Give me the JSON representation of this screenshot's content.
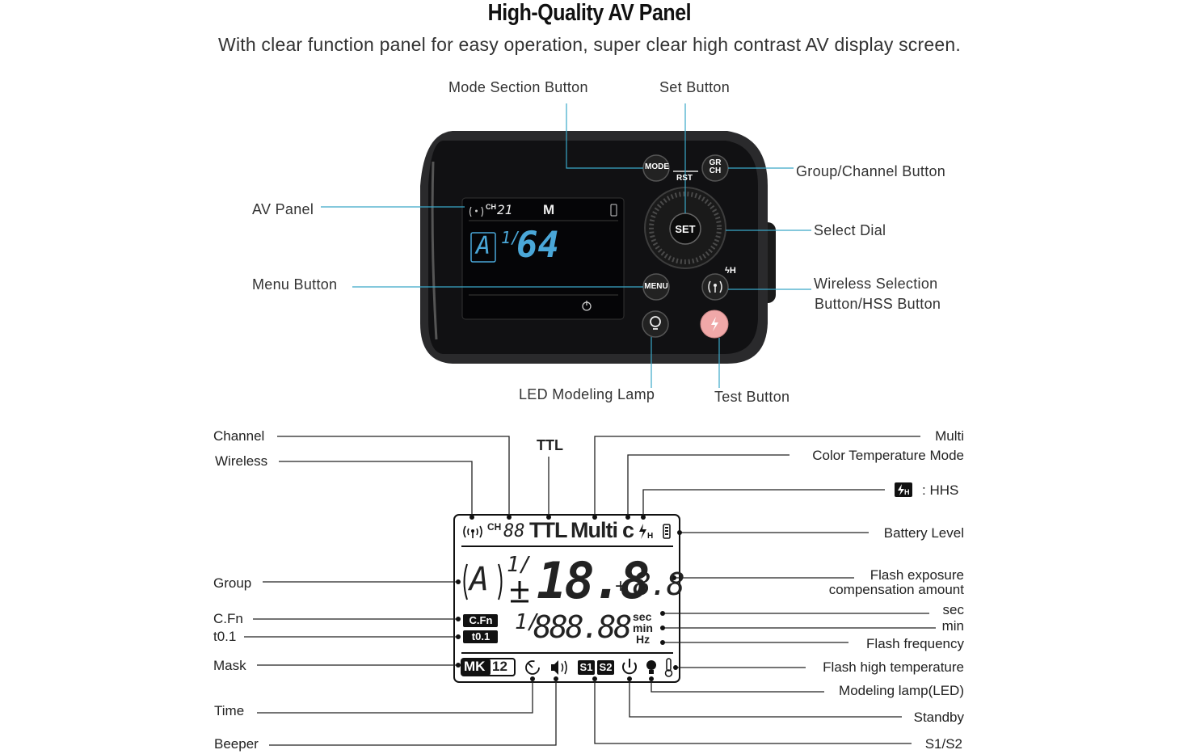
{
  "header": {
    "title": "High-Quality AV Panel",
    "subtitle": "With clear function panel for easy operation, super clear high contrast AV display screen."
  },
  "device_callouts": {
    "mode_section_button": "Mode Section Button",
    "set_button": "Set Button",
    "group_channel_button": "Group/Channel Button",
    "av_panel": "AV Panel",
    "select_dial": "Select Dial",
    "menu_button": "Menu Button",
    "wireless_selection_line1": "Wireless Selection",
    "wireless_selection_line2": "Button/HSS Button",
    "led_modeling_lamp": "LED Modeling Lamp",
    "test_button": "Test Button"
  },
  "device_face": {
    "mode_key": "MODE",
    "gr_key_top": "GR",
    "gr_key_bottom": "CH",
    "rst_label": "RST",
    "set_key": "SET",
    "menu_key": "MENU",
    "hss_mark": "ϟH",
    "screen_ch": "CH",
    "screen_ch_value": "21",
    "screen_mode": "M",
    "screen_group": "A",
    "screen_fraction": "1/",
    "screen_power": "64"
  },
  "lcd_callouts": {
    "channel": "Channel",
    "wireless": "Wireless",
    "ttl": "TTL",
    "multi": "Multi",
    "color_temperature_mode": "Color Temperature Mode",
    "hhs": ": HHS",
    "battery_level": "Battery Level",
    "group": "Group",
    "flash_exposure_line1": "Flash exposure",
    "flash_exposure_line2": "compensation amount",
    "sec": "sec",
    "min": "min",
    "cfn": "C.Fn",
    "t01": "t0.1",
    "flash_frequency": "Flash frequency",
    "mask": "Mask",
    "flash_high_temperature": "Flash high temperature",
    "modeling_lamp": "Modeling lamp(LED)",
    "time": "Time",
    "standby": "Standby",
    "beeper": "Beeper",
    "s1s2": "S1/S2"
  },
  "lcd_display": {
    "ch": "CH",
    "ch_digits": "88",
    "ttl": "TTL",
    "multi": "Multi",
    "c": "c",
    "group_char": "A",
    "fraction": "1/",
    "power_digits": "18.8",
    "plus": "+",
    "comp_digits": "8.8",
    "cfn": "C.Fn",
    "t01": "t0.1",
    "freq_fraction": "1/",
    "freq_digits": "888.88",
    "sec": "sec",
    "min": "min",
    "hz": "Hz",
    "mk": "MK",
    "mk_num": "12",
    "s1": "S1",
    "s2": "S2"
  },
  "colors": {
    "callout_line_top": "#3aa8c8",
    "callout_line_bottom": "#222222",
    "device_body": "#1c1c1e",
    "screen_bg": "#0a0a0c",
    "test_button": "#f0a8a8"
  }
}
